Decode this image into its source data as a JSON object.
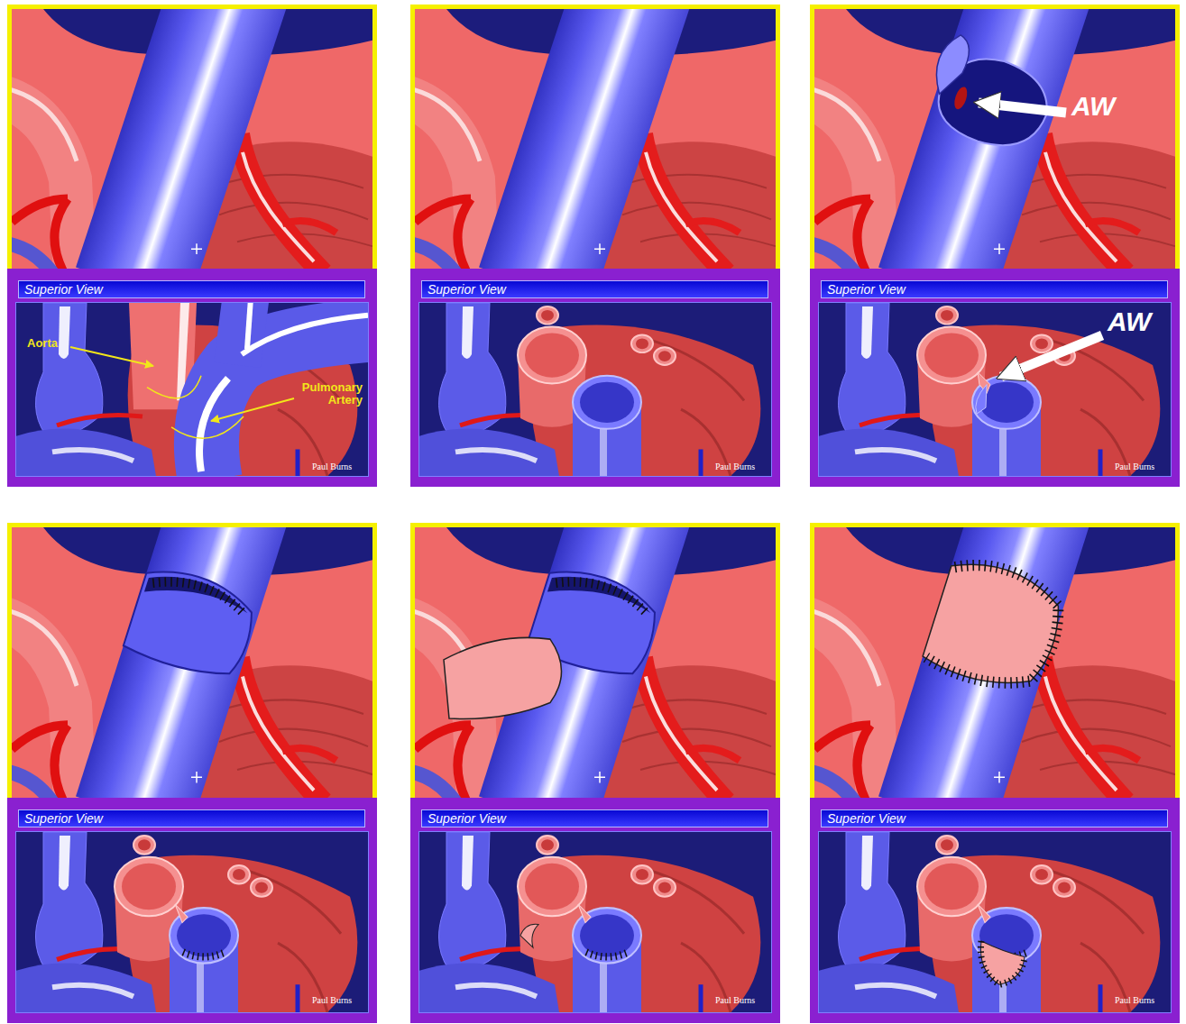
{
  "diagram": {
    "nodes": [
      {
        "text": [
          "Superior View"
        ]
      },
      {
        "text": [
          "Superior View"
        ]
      },
      {
        "text": [
          "Superior View"
        ]
      },
      {
        "text": [
          "Superior View"
        ]
      },
      {
        "text": [
          "Superior View"
        ]
      },
      {
        "text": [
          "Superior View"
        ]
      }
    ],
    "labels": [
      "AW",
      "Aorta",
      "Pulmonary Artery",
      "Paul Burns",
      "Paul Burns",
      "AW",
      "Paul Burns",
      "Paul Burns",
      "Paul Burns",
      "Paul Burns"
    ]
  }
}
